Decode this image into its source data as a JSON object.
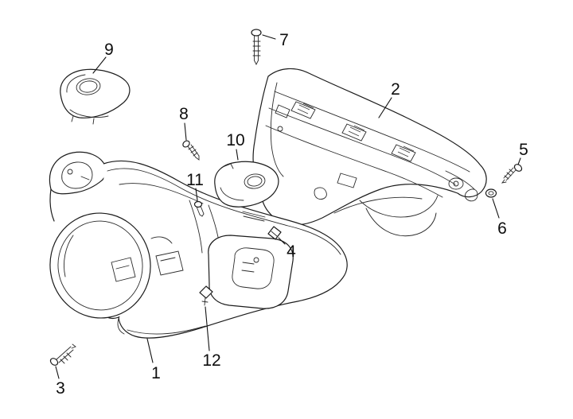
{
  "diagram": {
    "background_color": "#ffffff",
    "line_color": "#1c1c1c",
    "labels": [
      {
        "text": "1"
      },
      {
        "text": "2"
      },
      {
        "text": "3"
      },
      {
        "text": "4"
      },
      {
        "text": "5"
      },
      {
        "text": "6"
      },
      {
        "text": "7"
      },
      {
        "text": "8"
      },
      {
        "text": "9"
      },
      {
        "text": "10"
      },
      {
        "text": "11"
      },
      {
        "text": "12"
      }
    ]
  }
}
